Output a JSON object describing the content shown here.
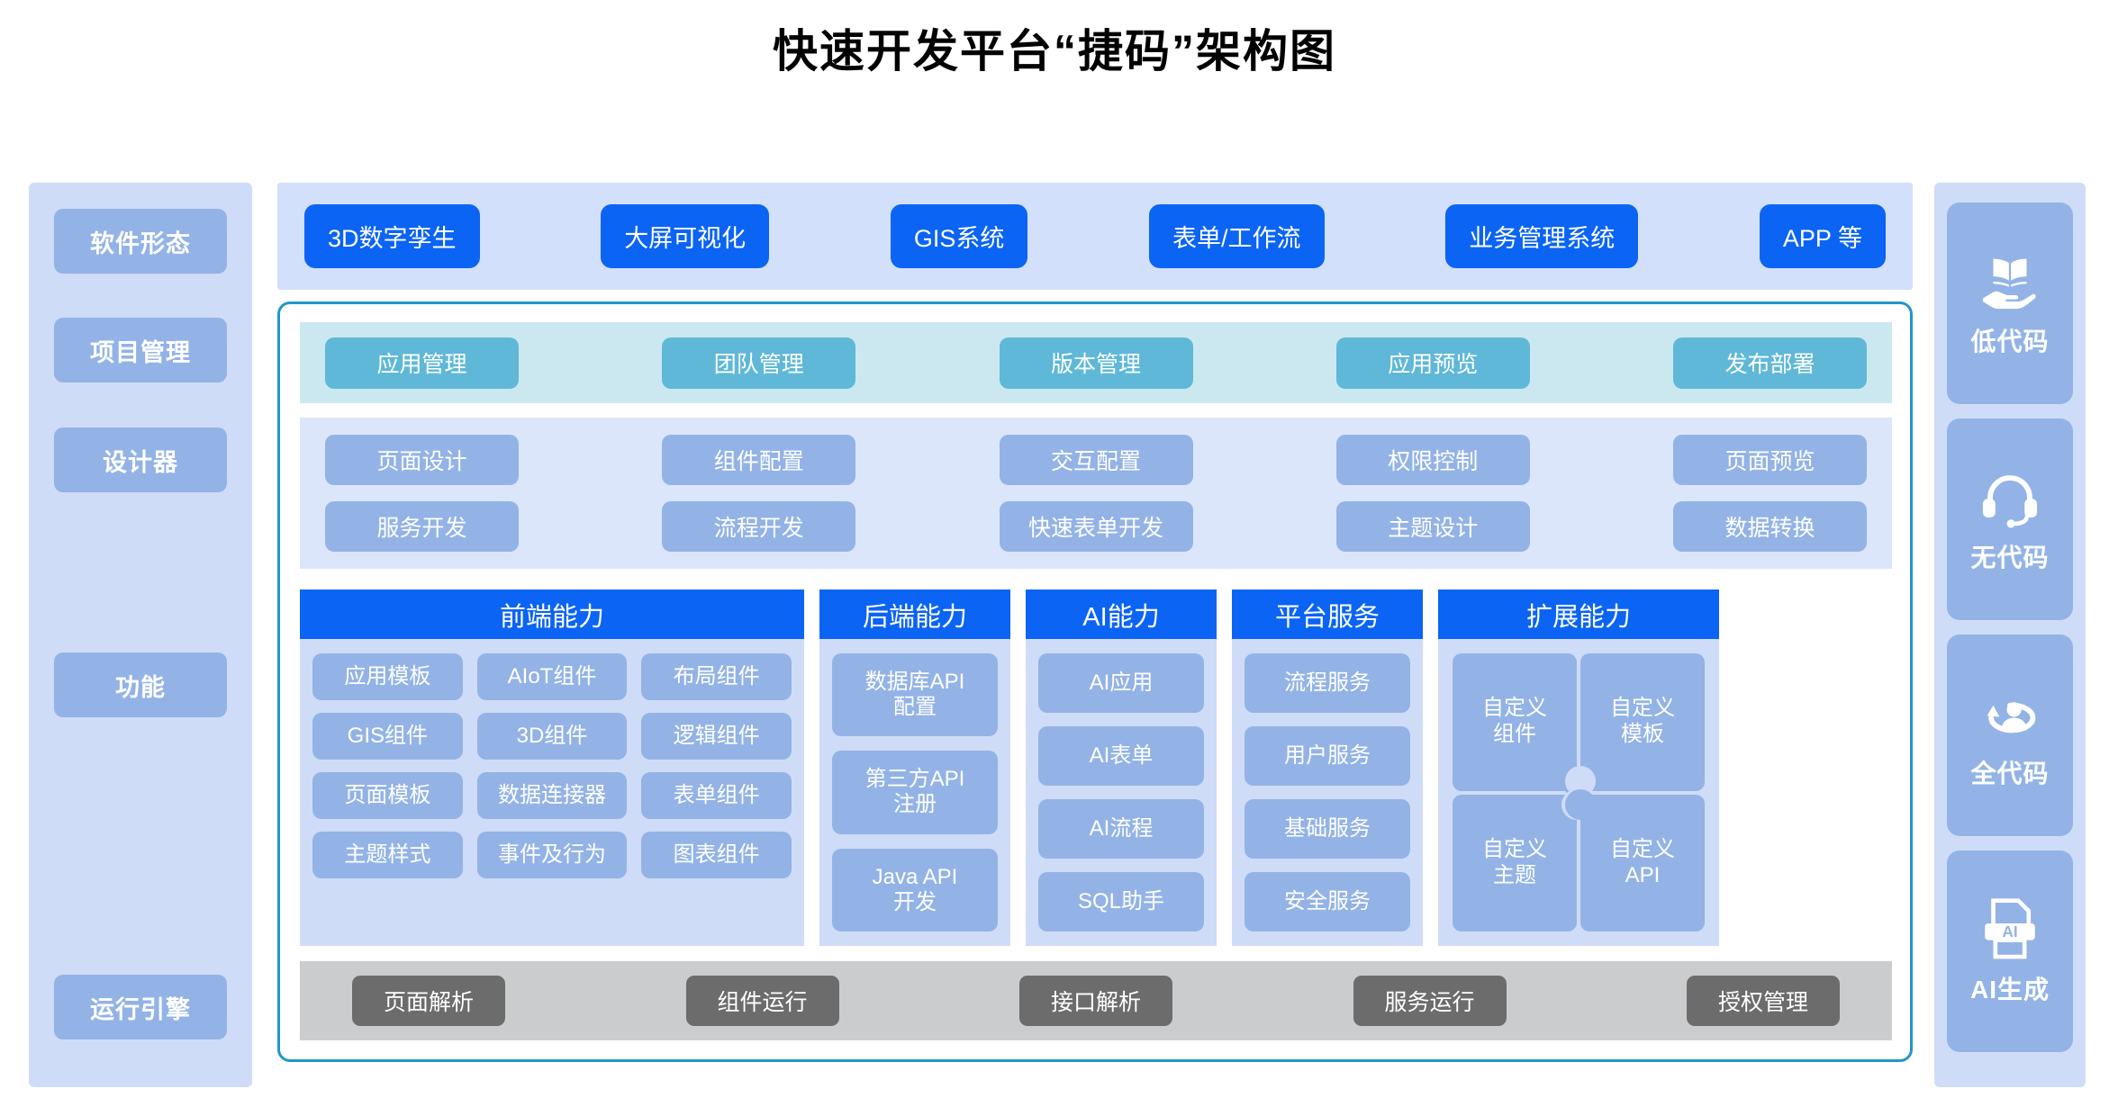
{
  "title": "快速开发平台“捷码”架构图",
  "left_rail": {
    "items": [
      {
        "label": "软件形态"
      },
      {
        "label": "项目管理"
      },
      {
        "label": "设计器"
      },
      {
        "label": "功能"
      },
      {
        "label": "运行引擎"
      }
    ]
  },
  "right_rail": {
    "items": [
      {
        "label": "低代码",
        "icon": "book-in-hand-icon"
      },
      {
        "label": "无代码",
        "icon": "headset-icon"
      },
      {
        "label": "全代码",
        "icon": "person-cycle-icon"
      },
      {
        "label": "AI生成",
        "icon": "ai-document-icon"
      }
    ]
  },
  "software_forms": {
    "items": [
      "3D数字孪生",
      "大屏可视化",
      "GIS系统",
      "表单/工作流",
      "业务管理系统",
      "APP 等"
    ]
  },
  "project_management": {
    "items": [
      "应用管理",
      "团队管理",
      "版本管理",
      "应用预览",
      "发布部署"
    ]
  },
  "designer": {
    "row1": [
      "页面设计",
      "组件配置",
      "交互配置",
      "权限控制",
      "页面预览"
    ],
    "row2": [
      "服务开发",
      "流程开发",
      "快速表单开发",
      "主题设计",
      "数据转换"
    ]
  },
  "functions": {
    "frontend": {
      "title": "前端能力",
      "items": [
        "应用模板",
        "AIoT组件",
        "布局组件",
        "GIS组件",
        "3D组件",
        "逻辑组件",
        "页面模板",
        "数据连接器",
        "表单组件",
        "主题样式",
        "事件及行为",
        "图表组件"
      ]
    },
    "backend": {
      "title": "后端能力",
      "items": [
        "数据库API\n配置",
        "第三方API\n注册",
        "Java API\n开发"
      ]
    },
    "ai": {
      "title": "AI能力",
      "items": [
        "AI应用",
        "AI表单",
        "AI流程",
        "SQL助手"
      ]
    },
    "platform": {
      "title": "平台服务",
      "items": [
        "流程服务",
        "用户服务",
        "基础服务",
        "安全服务"
      ]
    },
    "extension": {
      "title": "扩展能力",
      "items": [
        "自定义\n组件",
        "自定义\n模板",
        "自定义\n主题",
        "自定义\nAPI"
      ]
    }
  },
  "runtime_engine": {
    "items": [
      "页面解析",
      "组件运行",
      "接口解析",
      "服务运行",
      "授权管理"
    ]
  },
  "colors": {
    "accent_blue": "#0b64f4",
    "chip_blue": "#93b3e6",
    "rail_bg": "#cfdcf7",
    "band_blue": "#d3e0fb",
    "pm_band": "#cbe8f0",
    "pm_chip": "#5fb8d8",
    "designer_band": "#dbe6fb",
    "outline_teal": "#2196c9",
    "runtime_band": "#cbcccd",
    "runtime_chip": "#6c6c6c"
  }
}
